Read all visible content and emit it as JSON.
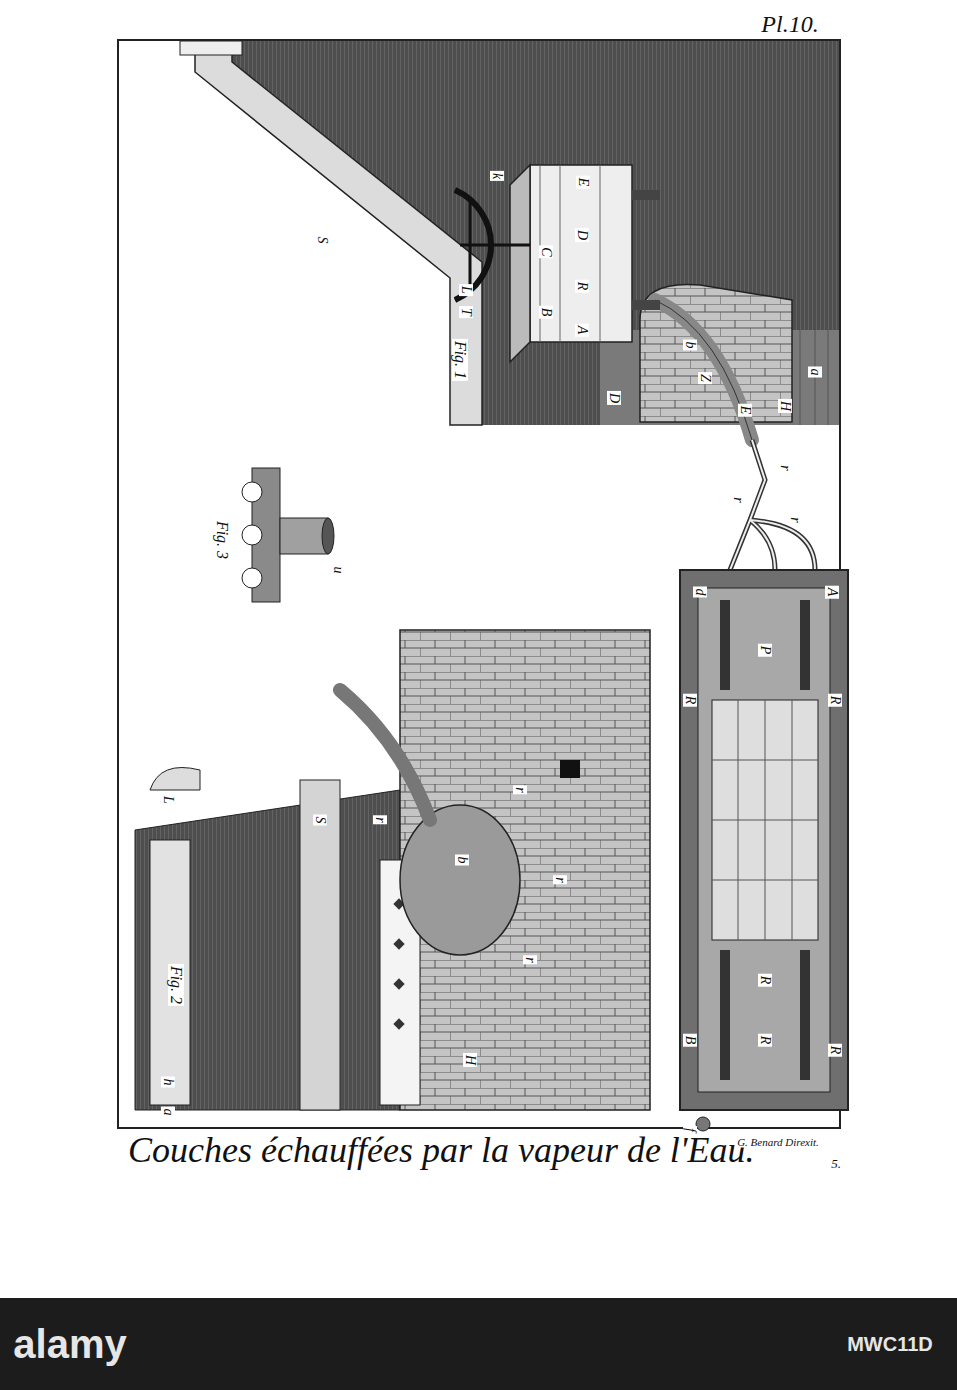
{
  "diagram": {
    "title": "Couches échauffées par la vapeur de l'Eau.",
    "labels": [
      "Pl.10.",
      "Fig. 1",
      "E",
      "D",
      "R",
      "C",
      "B",
      "A",
      "k",
      "S",
      "T",
      "L",
      "b",
      "Z",
      "E",
      "H",
      "a",
      "D",
      "r",
      "r",
      "r",
      "Fig. 3",
      "u",
      "Fig. 2",
      "L",
      "S",
      "b",
      "r",
      "r",
      "r",
      "r",
      "H",
      "h",
      "a",
      "d",
      "A",
      "R",
      "P",
      "R",
      "R",
      "R",
      "B",
      "R",
      "f",
      "G. Benard Direxit.",
      "5.",
      "alamy",
      "MWC11D"
    ]
  }
}
